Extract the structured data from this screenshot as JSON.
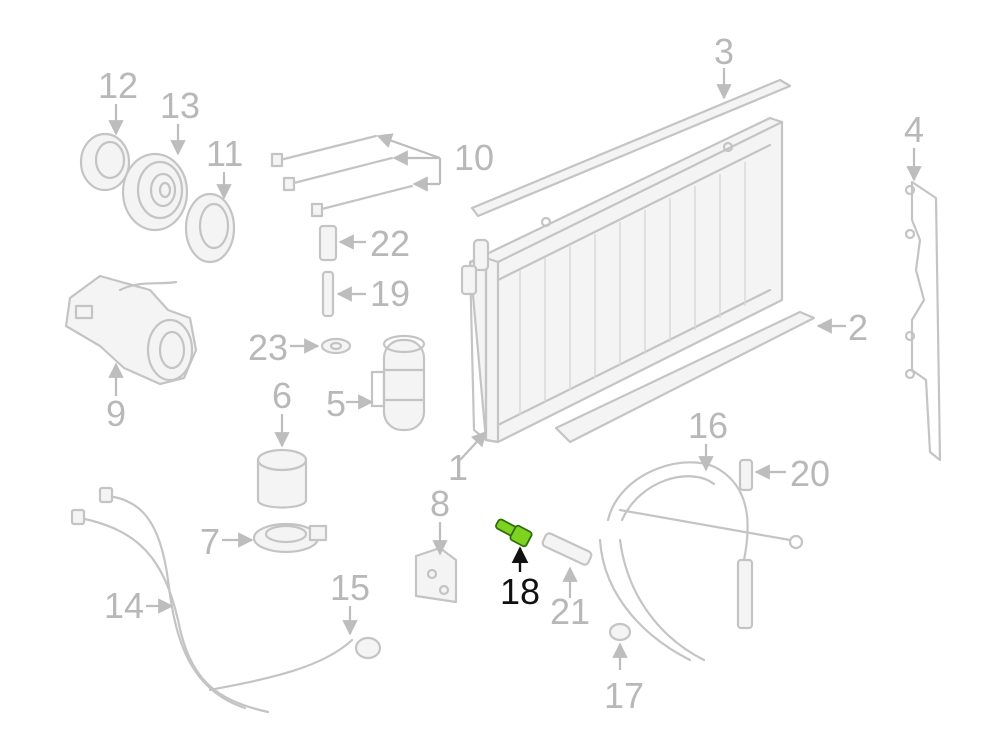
{
  "callouts": {
    "c1": "1",
    "c2": "2",
    "c3": "3",
    "c4": "4",
    "c5": "5",
    "c6": "6",
    "c7": "7",
    "c8": "8",
    "c9": "9",
    "c10": "10",
    "c11": "11",
    "c12": "12",
    "c13": "13",
    "c14": "14",
    "c15": "15",
    "c16": "16",
    "c17": "17",
    "c18": "18",
    "c19": "19",
    "c20": "20",
    "c21": "21",
    "c22": "22",
    "c23": "23"
  },
  "highlighted_part": "18",
  "colors": {
    "highlight": "#7ed321",
    "linework": "#c4c4c4",
    "callout_text": "#b8b8b8",
    "highlight_label": "#111111"
  }
}
